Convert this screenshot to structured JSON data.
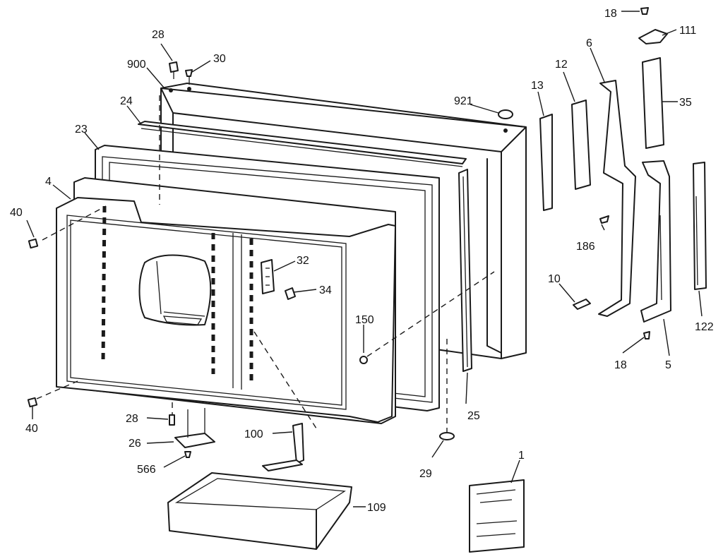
{
  "labels": {
    "p1": "1",
    "p4": "4",
    "p5": "5",
    "p6": "6",
    "p10": "10",
    "p12": "12",
    "p13": "13",
    "p18a": "18",
    "p18b": "18",
    "p23": "23",
    "p24": "24",
    "p25": "25",
    "p26": "26",
    "p28a": "28",
    "p28b": "28",
    "p29": "29",
    "p30": "30",
    "p32": "32",
    "p34": "34",
    "p35": "35",
    "p40a": "40",
    "p40b": "40",
    "p100": "100",
    "p109": "109",
    "p111": "111",
    "p122": "122",
    "p150": "150",
    "p186": "186",
    "p566": "566",
    "p900": "900",
    "p921": "921"
  }
}
